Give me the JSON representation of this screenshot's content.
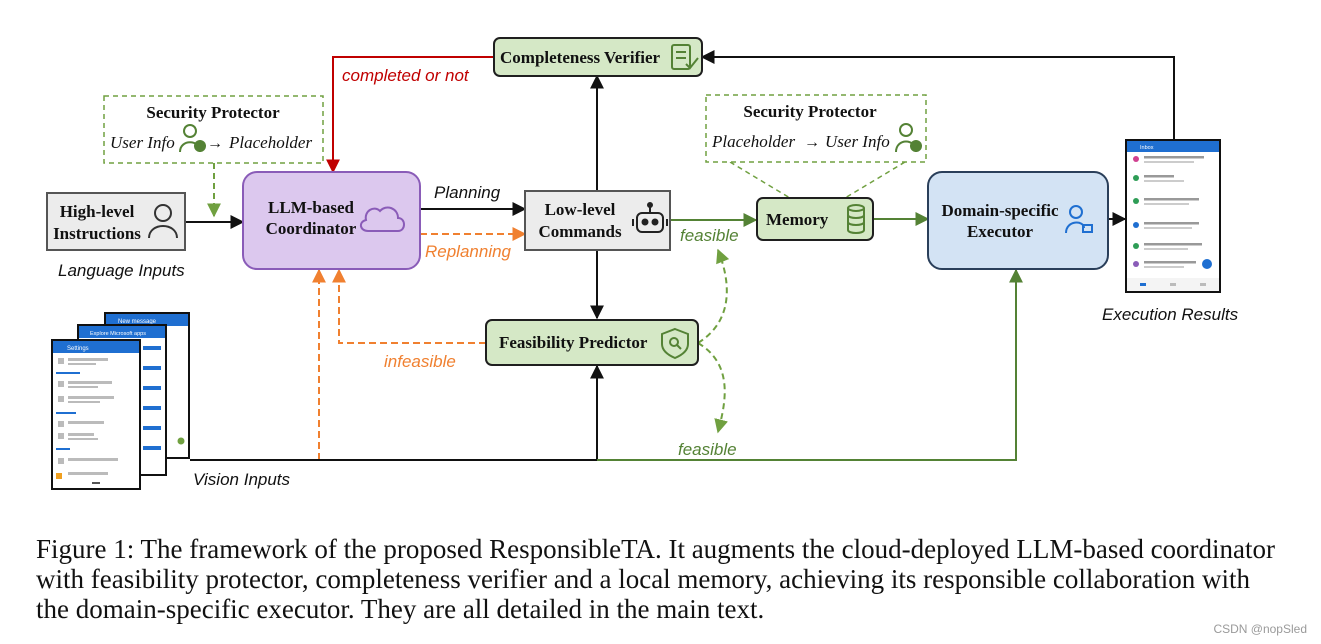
{
  "colors": {
    "coordinator_fill": "#dcc8ee",
    "coordinator_stroke": "#8a5cb8",
    "verifier_fill": "#d5e8c6",
    "verifier_stroke": "#1f1f1f",
    "executor_fill": "#d3e3f4",
    "executor_stroke": "#2a3f5a",
    "gray_fill": "#ececec",
    "red_arrow": "#c00000",
    "orange_arrow": "#f08030",
    "green_arrow": "#548235",
    "dashed_green": "#70a040",
    "phone_blue": "#1f6fd1"
  },
  "icons": [
    "person-icon",
    "cloud-icon",
    "robot-icon",
    "database-icon",
    "checklist-icon",
    "shield-search-icon",
    "user-pie-icon",
    "user-monitor-icon"
  ],
  "diagram": {
    "high_level": [
      "High-level",
      "Instructions"
    ],
    "language_inputs": "Language Inputs",
    "coordinator": [
      "LLM-based",
      "Coordinator"
    ],
    "planning": "Planning",
    "replanning": "Replanning",
    "low_level": [
      "Low-level",
      "Commands"
    ],
    "memory": "Memory",
    "executor": [
      "Domain-specific",
      "Executor"
    ],
    "completeness_verifier": "Completeness Verifier",
    "completed_or_not": "completed or not",
    "security_left_title": "Security Protector",
    "security_left_from": "User Info",
    "security_left_to": "Placeholder",
    "security_right_title": "Security Protector",
    "security_right_from": "Placeholder",
    "security_right_to": "User Info",
    "feasibility_predictor": "Feasibility Predictor",
    "infeasible": "infeasible",
    "feasible_top": "feasible",
    "feasible_bottom": "feasible",
    "vision_inputs": "Vision Inputs",
    "execution_results": "Execution Results",
    "arrow_glyph": "→",
    "phone_front_header": "Settings",
    "phone_mid_header": "Explore Microsoft apps",
    "phone_back_header": "New message",
    "phone_right_header": "Inbox"
  },
  "caption": "Figure 1: The framework of the proposed ResponsibleTA. It augments the cloud-deployed LLM-based coordinator with feasibility protector, completeness verifier and a local memory, achieving its responsible collaboration with the domain-specific executor. They are all detailed in the main text.",
  "watermark": "CSDN @nopSled"
}
